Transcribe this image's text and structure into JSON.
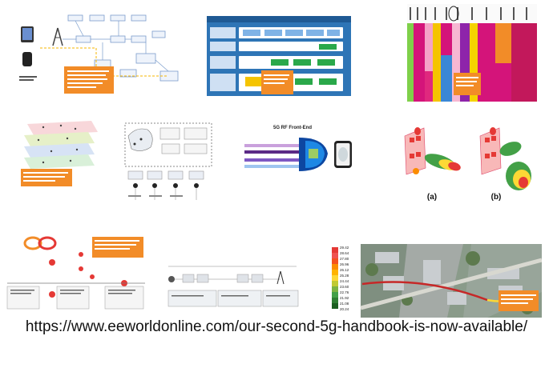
{
  "caption": "https://www.eeworldonline.com/our-second-5g-handbook-is-now-available/",
  "thumb_rf": {
    "title": "5G RF Front-End"
  },
  "thumb_beams": {
    "label_a": "(a)",
    "label_b": "(b)"
  },
  "thumb_heatmap": {
    "legend_values": [
      "29.42",
      "28.64",
      "27.80",
      "26.96",
      "26.12",
      "25.28",
      "24.44",
      "23.60",
      "22.76",
      "21.92",
      "21.08",
      "20.24"
    ]
  },
  "colors": {
    "orange_callout": "#f28c28",
    "network_blue": "#2e75b6",
    "spectrum_magenta": "#d4147a",
    "beam_red": "#e53935",
    "beam_green": "#43a047"
  },
  "icons": [
    "tablet-icon",
    "phone-icon",
    "tower-icon",
    "smartphone-icon",
    "infinity-icon"
  ]
}
